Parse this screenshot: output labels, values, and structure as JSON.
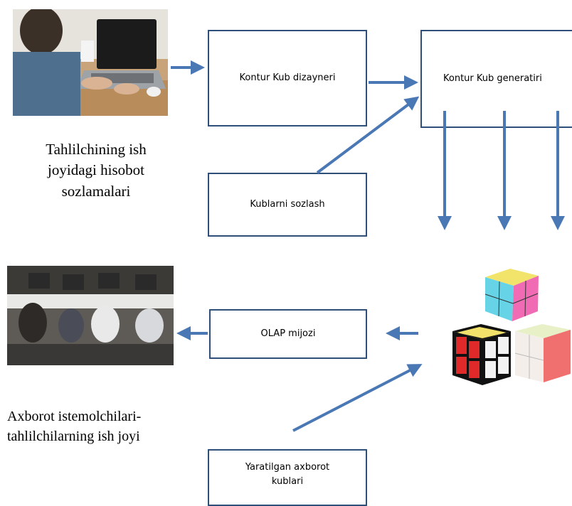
{
  "boxes": {
    "designer": "Kontur Kub dizayneri",
    "generator": "Kontur Kub generatiri",
    "settings": "Kublarni sozlash",
    "olap": "OLAP mijozi",
    "created": "Yaratilgan axborot kublari"
  },
  "captions": {
    "analyst": "Tahlilchining ish joyidagi  hisobot sozlamalari",
    "consumers": "Axborot istemolchilari-tahlilchilarning ish joyi"
  },
  "colors": {
    "arrow": "#4a78b5",
    "box_border": "#2e4f7a"
  },
  "images": {
    "analyst_photo": "person-at-laptop-image",
    "team_photo": "people-at-desks-image",
    "cubes": "rubiks-cubes-image"
  }
}
